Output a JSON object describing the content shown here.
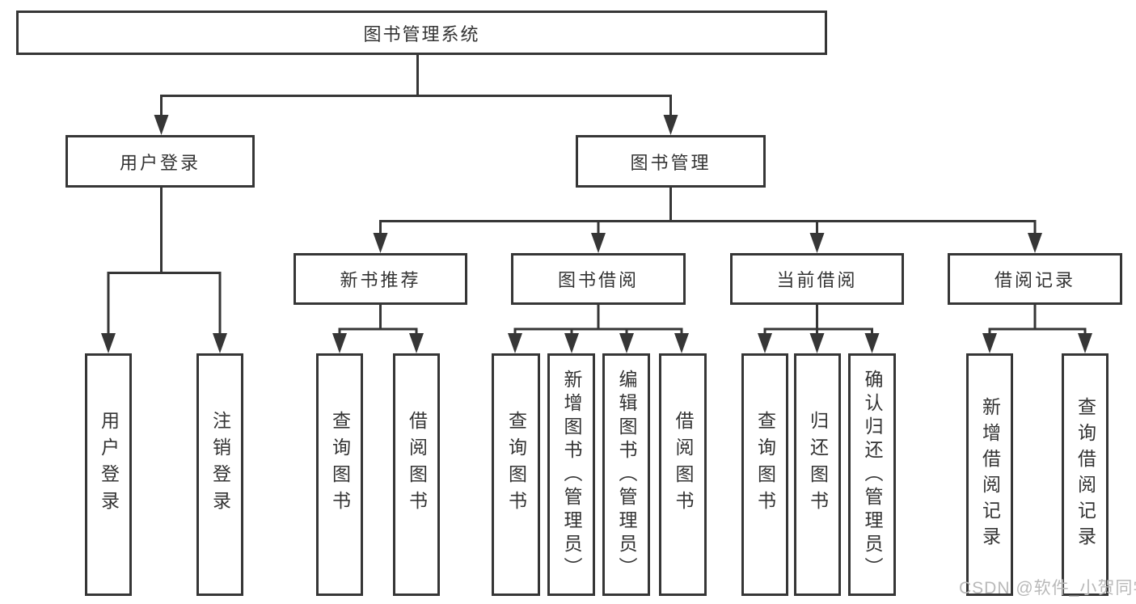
{
  "diagram": {
    "root": {
      "label": "图书管理系统"
    },
    "level2": [
      {
        "label": "用户登录"
      },
      {
        "label": "图书管理"
      }
    ],
    "level3": [
      {
        "label": "新书推荐",
        "parent": "图书管理"
      },
      {
        "label": "图书借阅",
        "parent": "图书管理"
      },
      {
        "label": "当前借阅",
        "parent": "图书管理"
      },
      {
        "label": "借阅记录",
        "parent": "图书管理"
      }
    ],
    "level4": [
      {
        "label": "用户登录",
        "parent": "用户登录"
      },
      {
        "label": "注销登录",
        "parent": "用户登录"
      },
      {
        "label": "查询图书",
        "parent": "新书推荐"
      },
      {
        "label": "借阅图书",
        "parent": "新书推荐"
      },
      {
        "label": "查询图书",
        "parent": "图书借阅"
      },
      {
        "label": "新增图书（管理员）",
        "parent": "图书借阅"
      },
      {
        "label": "编辑图书（管理员）",
        "parent": "图书借阅"
      },
      {
        "label": "借阅图书",
        "parent": "图书借阅"
      },
      {
        "label": "查询图书",
        "parent": "当前借阅"
      },
      {
        "label": "归还图书",
        "parent": "当前借阅"
      },
      {
        "label": "确认归还（管理员）",
        "parent": "当前借阅"
      },
      {
        "label": "新增借阅记录",
        "parent": "借阅记录"
      },
      {
        "label": "查询借阅记录",
        "parent": "借阅记录"
      }
    ]
  },
  "watermark": {
    "text": "CSDN @软件_小贺同学"
  },
  "colors": {
    "line": "#363636",
    "text": "#333333",
    "watermark": "#b9b9b9",
    "background": "#ffffff"
  }
}
